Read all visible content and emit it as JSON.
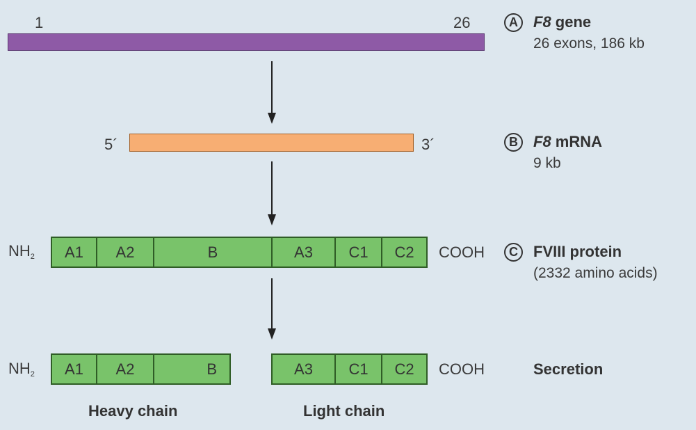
{
  "gene": {
    "start_label": "1",
    "end_label": "26",
    "marker": "A",
    "name_italic": "F8",
    "name_rest": " gene",
    "detail": "26 exons, 186 kb"
  },
  "mrna": {
    "five_prime": "5´",
    "three_prime": "3´",
    "marker": "B",
    "name_italic": "F8",
    "name_rest": " mRNA",
    "detail": "9 kb"
  },
  "protein": {
    "n_terminus": "NH",
    "n_subscript": "2",
    "c_terminus": "COOH",
    "marker": "C",
    "title": "FVIII protein",
    "detail": "(2332 amino acids)",
    "domains": [
      "A1",
      "A2",
      "B",
      "A3",
      "C1",
      "C2"
    ]
  },
  "secreted": {
    "n_terminus": "NH",
    "n_subscript": "2",
    "c_terminus": "COOH",
    "title": "Secretion",
    "heavy_domains": [
      "A1",
      "A2",
      "B"
    ],
    "light_domains": [
      "A3",
      "C1",
      "C2"
    ],
    "heavy_label": "Heavy chain",
    "light_label": "Light chain"
  },
  "colors": {
    "background": "#dde7ee",
    "gene_bar": "#8e5aa6",
    "mrna_bar": "#f7ae73",
    "domain_fill": "#79c36a",
    "domain_border": "#2f5d26"
  }
}
